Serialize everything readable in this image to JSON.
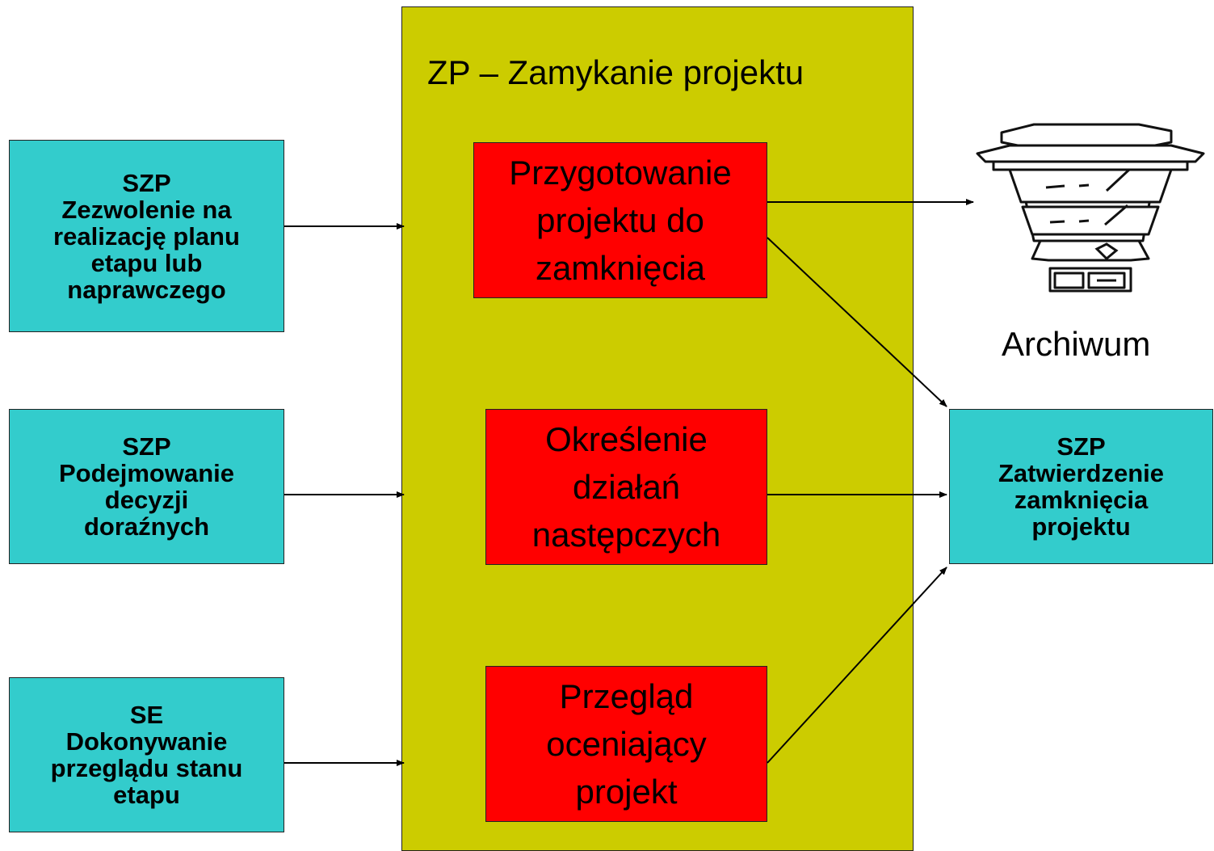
{
  "title": "ZP – Zamykanie projektu",
  "inputs": [
    {
      "code": "SZP",
      "lines": [
        "Zezwolenie na",
        "realizację planu",
        "etapu lub",
        "naprawczego"
      ]
    },
    {
      "code": "SZP",
      "lines": [
        "Podejmowanie",
        "decyzji",
        "doraźnych"
      ]
    },
    {
      "code": "SE",
      "lines": [
        "Dokonywanie",
        "przeglądu stanu",
        "etapu"
      ]
    }
  ],
  "processes": [
    {
      "lines": [
        "Przygotowanie",
        "projektu do",
        "zamknięcia"
      ]
    },
    {
      "lines": [
        "Określenie",
        "działań",
        "następczych"
      ]
    },
    {
      "lines": [
        "Przegląd",
        "oceniający",
        "projekt"
      ]
    }
  ],
  "output": {
    "code": "SZP",
    "lines": [
      "Zatwierdzenie",
      "zamknięcia",
      "projektu"
    ]
  },
  "archive": {
    "label": "Archiwum",
    "icon": "archive-cabinet-icon"
  },
  "colors": {
    "input": "#33cccc",
    "container": "#cccc00",
    "process": "#ff0000"
  }
}
